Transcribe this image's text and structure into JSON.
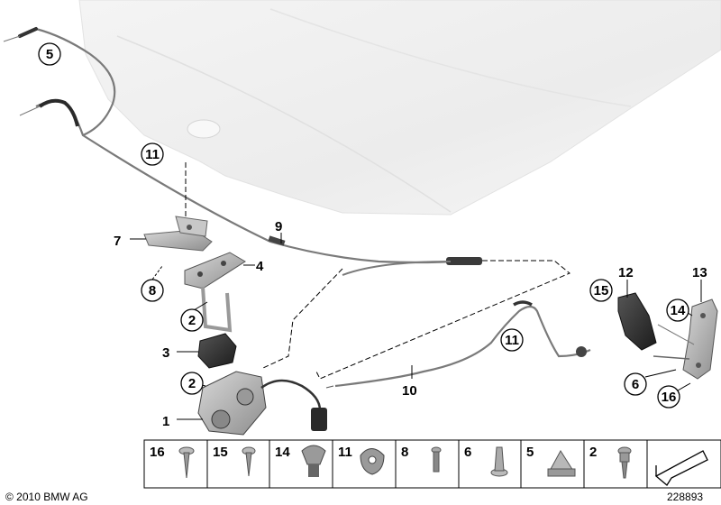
{
  "callouts": {
    "c1": "1",
    "c2a": "2",
    "c2b": "2",
    "c3": "3",
    "c4": "4",
    "c5": "5",
    "c6": "6",
    "c7": "7",
    "c8": "8",
    "c9": "9",
    "c10": "10",
    "c11a": "11",
    "c11b": "11",
    "c12": "12",
    "c13": "13",
    "c14": "14",
    "c15": "15",
    "c16": "16"
  },
  "legend": {
    "p16": "16",
    "p15": "15",
    "p14": "14",
    "p11": "11",
    "p8": "8",
    "p6": "6",
    "p5": "5",
    "p2": "2"
  },
  "footer": {
    "copyright": "© 2010 BMW AG",
    "diagram_number": "228893"
  }
}
